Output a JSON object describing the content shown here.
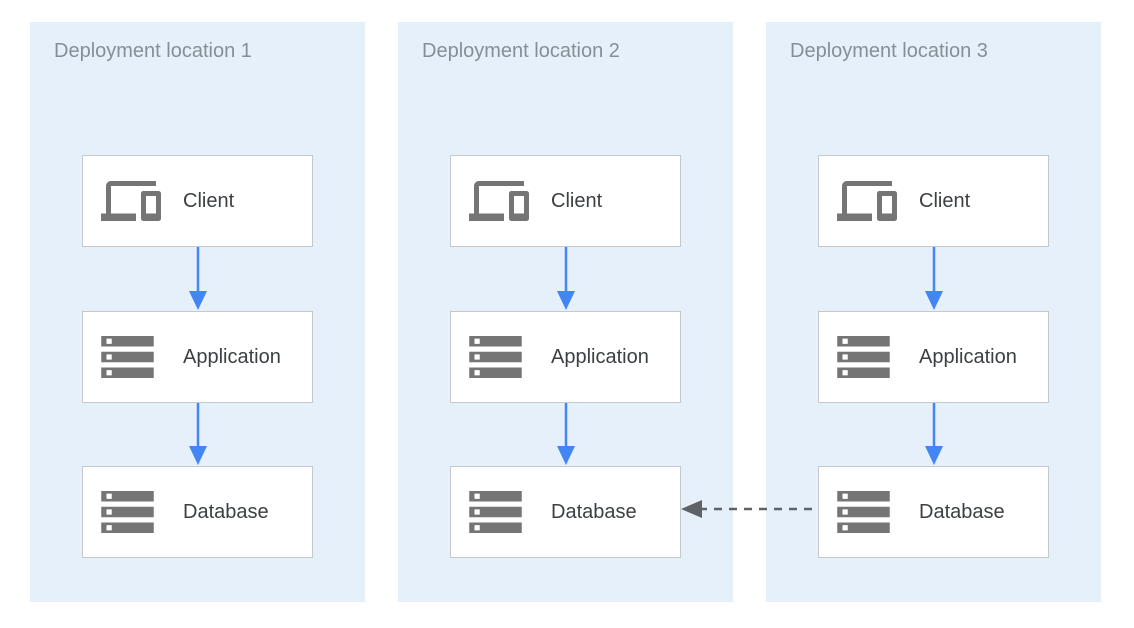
{
  "colors": {
    "panel_bg": "#E6F0FA",
    "node_bg": "#FFFFFF",
    "node_border": "#C6C9CC",
    "title_text": "#878E95",
    "label_text": "#3C4043",
    "icon_gray": "#757575",
    "arrow_blue": "#4285F4",
    "dash_gray": "#5F6368"
  },
  "panels": [
    {
      "title": "Deployment location 1",
      "nodes": [
        {
          "label": "Client",
          "icon": "devices-icon"
        },
        {
          "label": "Application",
          "icon": "server-stack-icon"
        },
        {
          "label": "Database",
          "icon": "server-stack-icon"
        }
      ]
    },
    {
      "title": "Deployment location 2",
      "nodes": [
        {
          "label": "Client",
          "icon": "devices-icon"
        },
        {
          "label": "Application",
          "icon": "server-stack-icon"
        },
        {
          "label": "Database",
          "icon": "server-stack-icon"
        }
      ]
    },
    {
      "title": "Deployment location 3",
      "nodes": [
        {
          "label": "Client",
          "icon": "devices-icon"
        },
        {
          "label": "Application",
          "icon": "server-stack-icon"
        },
        {
          "label": "Database",
          "icon": "server-stack-icon"
        }
      ]
    }
  ],
  "connections": {
    "vertical_arrows": "solid blue arrow: Client to Application to Database in each location",
    "cross_link": {
      "from": "Database in Deployment location 3",
      "to": "Database in Deployment location 2",
      "style": "dashed gray arrow pointing left"
    }
  }
}
